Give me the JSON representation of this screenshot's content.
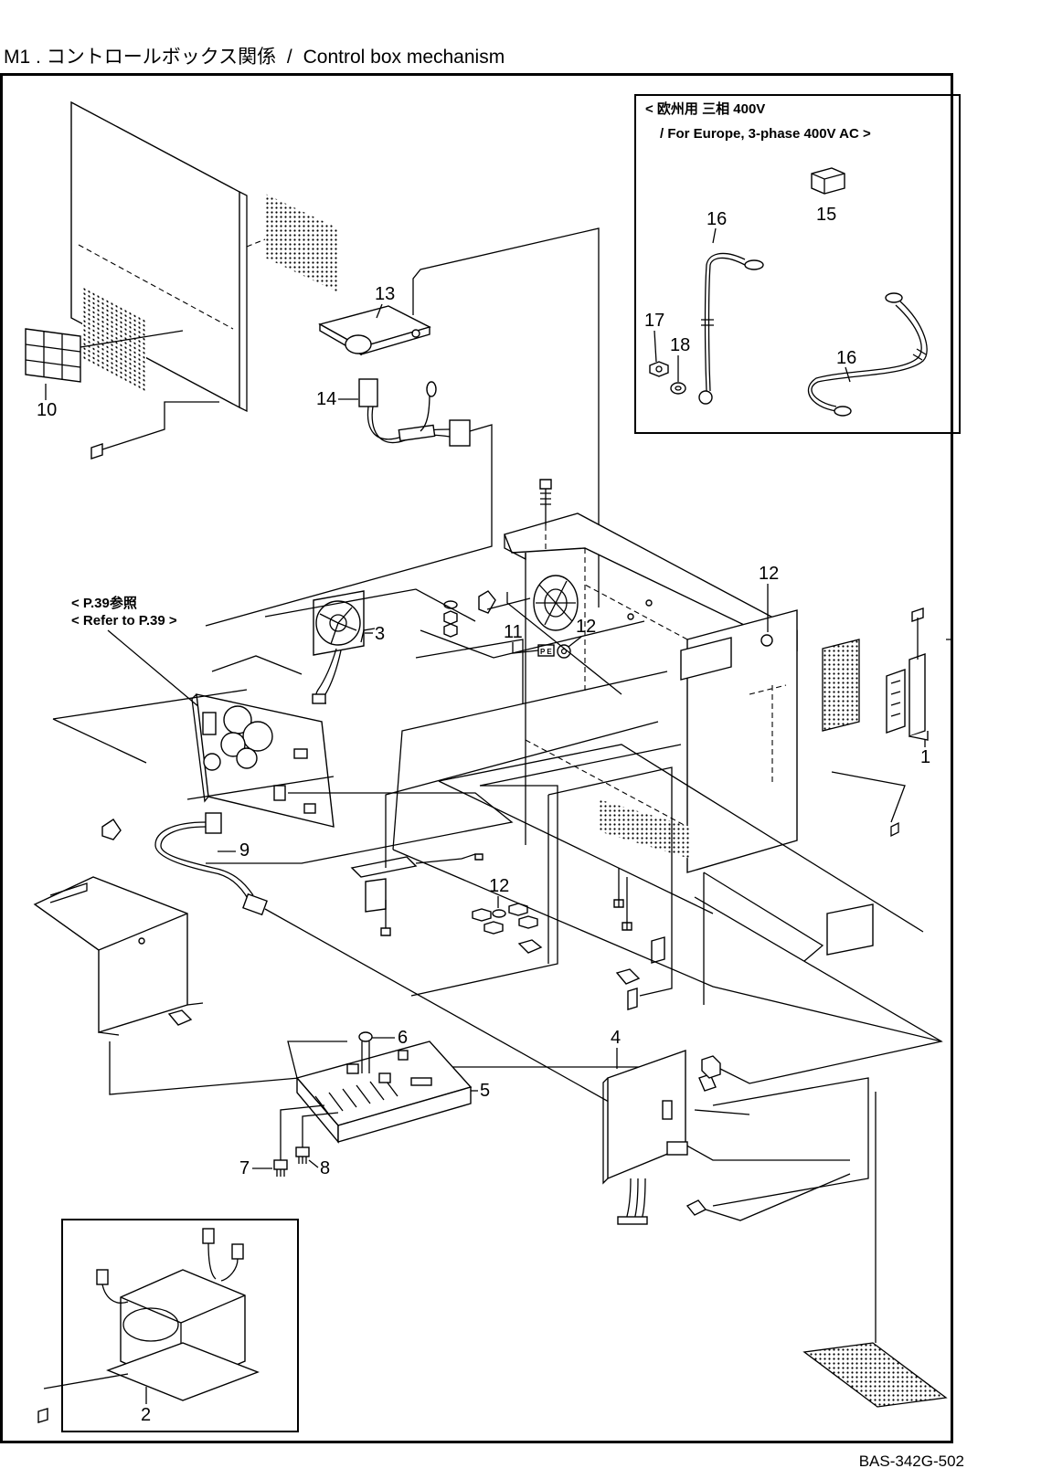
{
  "title": {
    "code": "M1",
    "japanese": "コントロールボックス関係",
    "english": "Control box mechanism"
  },
  "inset": {
    "line1": "< 欧州用 三相 400V",
    "line2": "/ For Europe, 3-phase 400V AC >"
  },
  "refer_note": {
    "line1": "< P.39参照",
    "line2": "< Refer to P.39 >"
  },
  "callouts": {
    "c1": "1",
    "c2": "2",
    "c3": "3",
    "c4": "4",
    "c5": "5",
    "c6": "6",
    "c7": "7",
    "c8": "8",
    "c9": "9",
    "c10": "10",
    "c11": "11",
    "c12a": "12",
    "c12b": "12",
    "c12c": "12",
    "c13": "13",
    "c14": "14",
    "c15": "15",
    "c16a": "16",
    "c16b": "16",
    "c17": "17",
    "c18": "18"
  },
  "footer_code": "BAS-342G-502"
}
